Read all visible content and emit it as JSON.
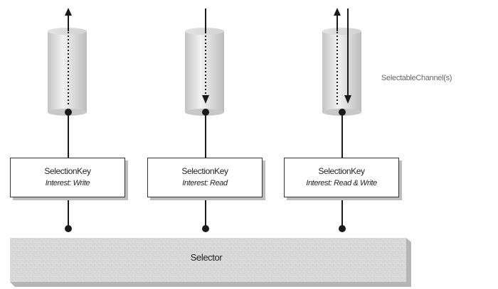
{
  "channel_label": "SelectableChannel(s)",
  "selection_keys": [
    {
      "title": "SelectionKey",
      "interest": "Interest: Write"
    },
    {
      "title": "SelectionKey",
      "interest": "Interest: Read"
    },
    {
      "title": "SelectionKey",
      "interest": "Interest: Read & Write"
    }
  ],
  "selector_label": "Selector",
  "colors": {
    "line": "#1a1a1a",
    "cylinder_fill": "#dcdcdc",
    "selector_fill": "#dadada",
    "shadow": "#b5b5b5"
  }
}
